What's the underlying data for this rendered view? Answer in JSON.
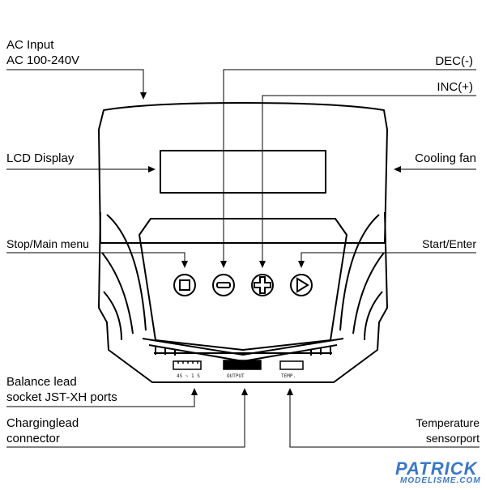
{
  "labels": {
    "ac_input": "AC Input\nAC 100-240V",
    "dec": "DEC(-)",
    "inc": "INC(+)",
    "lcd": "LCD Display",
    "fan": "Cooling fan",
    "stop": "Stop/Main menu",
    "start": "Start/Enter",
    "balance": "Balance lead\nsocket JST-XH ports",
    "charge": "Charginglead\nconnector",
    "temp": "Temperature\nsensorport"
  },
  "ports": {
    "balance": "4S ~ 1 S",
    "output": "OUTPUT",
    "temp": "TEMP."
  },
  "watermark": {
    "name": "PATRICK",
    "site": "MODELISME.COM"
  }
}
